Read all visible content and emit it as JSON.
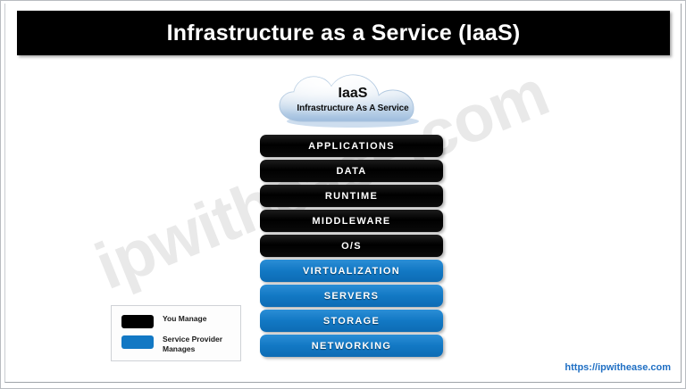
{
  "header": {
    "title": "Infrastructure as a Service (IaaS)"
  },
  "watermark": {
    "text": "ipwithease.com"
  },
  "cloud": {
    "icon": "cloud-icon",
    "title": "IaaS",
    "subtitle": "Infrastructure As A Service"
  },
  "stack": {
    "layers": [
      {
        "label": "APPLICATIONS",
        "managed_by": "you",
        "color": "#000000"
      },
      {
        "label": "DATA",
        "managed_by": "you",
        "color": "#000000"
      },
      {
        "label": "RUNTIME",
        "managed_by": "you",
        "color": "#000000"
      },
      {
        "label": "MIDDLEWARE",
        "managed_by": "you",
        "color": "#000000"
      },
      {
        "label": "O/S",
        "managed_by": "you",
        "color": "#000000"
      },
      {
        "label": "VIRTUALIZATION",
        "managed_by": "service-provider",
        "color": "#1278c4"
      },
      {
        "label": "SERVERS",
        "managed_by": "service-provider",
        "color": "#1278c4"
      },
      {
        "label": "STORAGE",
        "managed_by": "service-provider",
        "color": "#1278c4"
      },
      {
        "label": "NETWORKING",
        "managed_by": "service-provider",
        "color": "#1278c4"
      }
    ]
  },
  "legend": {
    "items": [
      {
        "label": "You Manage",
        "color": "#000000"
      },
      {
        "label": "Service Provider Manages",
        "color": "#1278c4"
      }
    ]
  },
  "footer": {
    "url": "https://ipwithease.com"
  },
  "theme": {
    "black": "#000000",
    "blue": "#1278c4",
    "link_blue": "#1f6fc4",
    "watermark_gray": "#e9e9e9"
  }
}
